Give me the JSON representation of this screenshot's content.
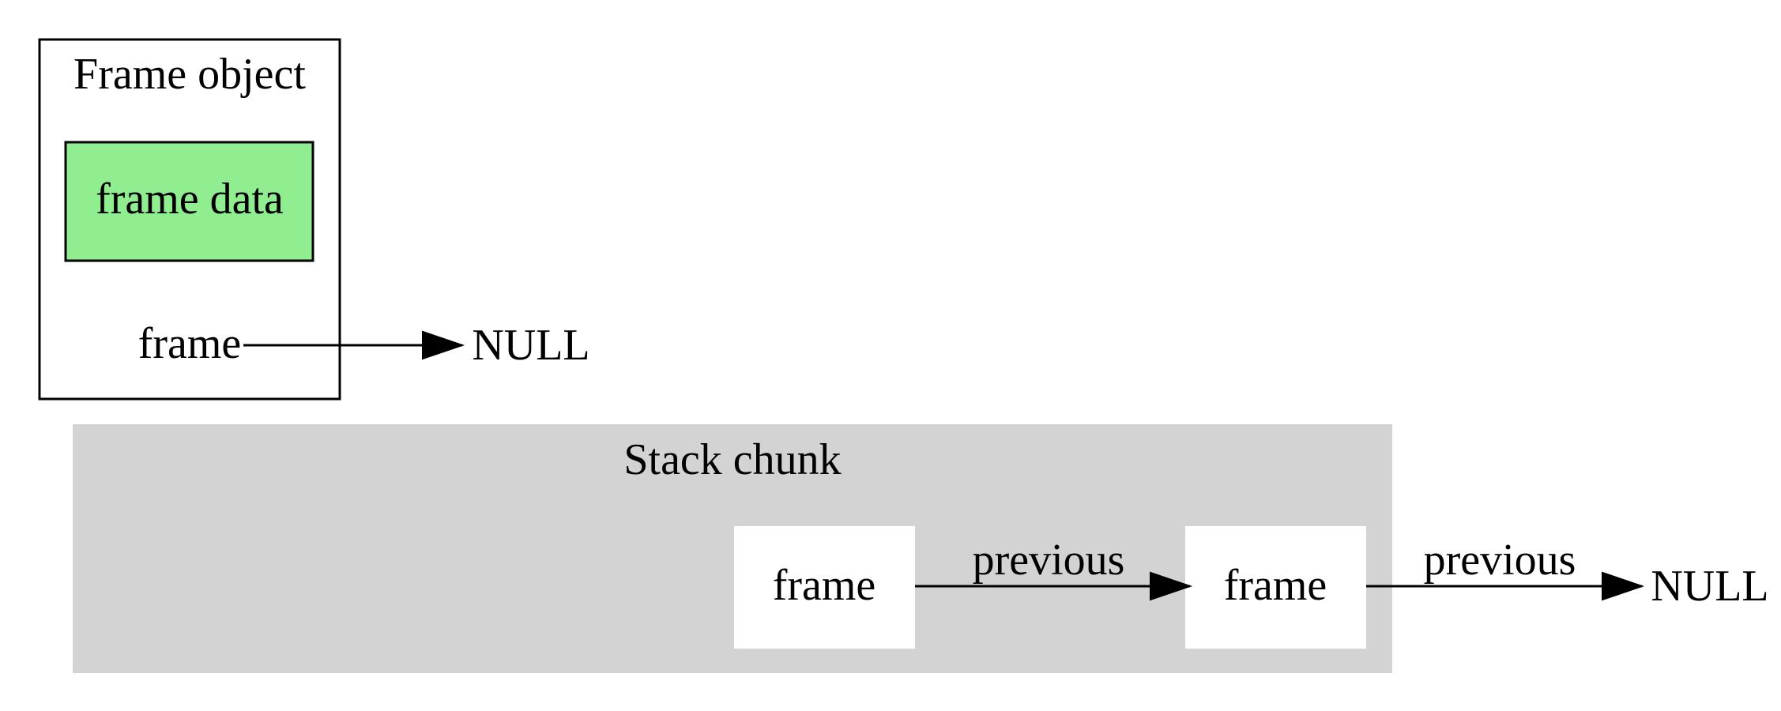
{
  "frame_object": {
    "title": "Frame object",
    "data_node": "frame data",
    "frame_field": "frame",
    "frame_target": "NULL"
  },
  "stack_chunk": {
    "title": "Stack chunk",
    "frame_1": "frame",
    "frame_2": "frame",
    "edge_1_label": "previous",
    "edge_2_label": "previous",
    "end_target": "NULL"
  },
  "colors": {
    "frame_data_fill": "#90ee90",
    "stack_chunk_fill": "#d3d3d3",
    "frame_node_fill": "#ffffff",
    "stroke": "#000000"
  }
}
